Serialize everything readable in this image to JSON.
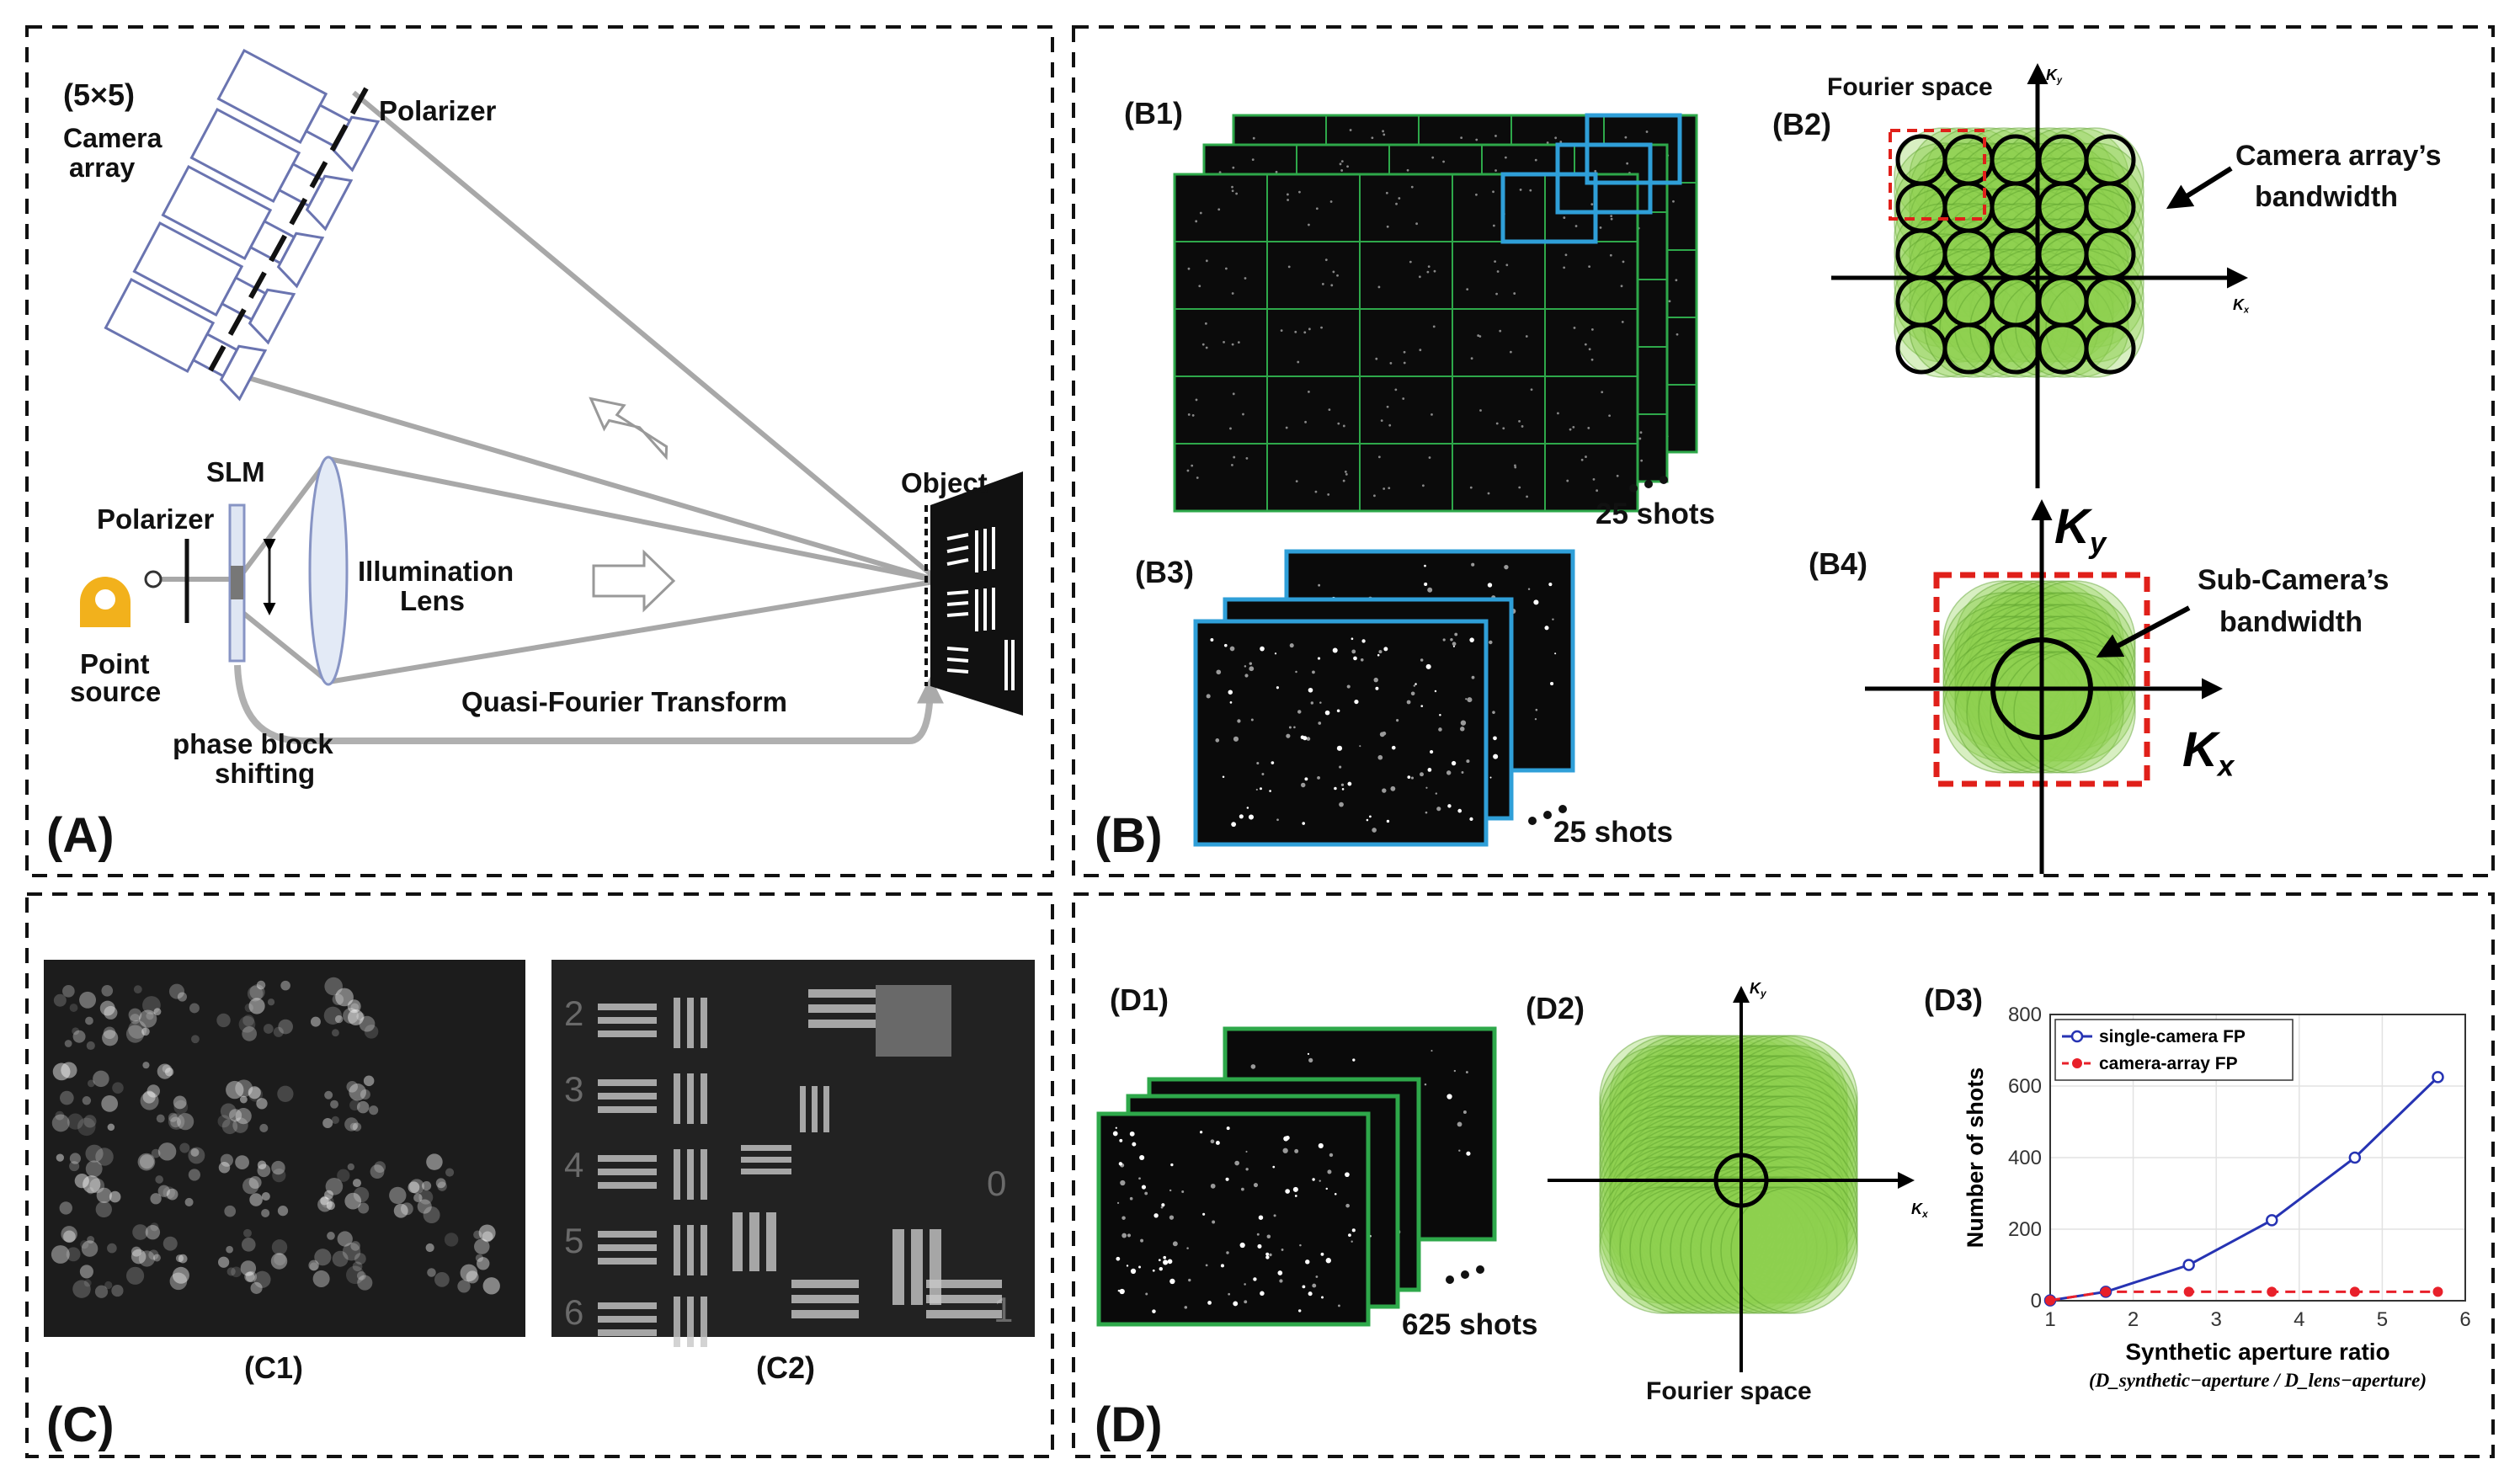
{
  "panels": {
    "A": {
      "tag": "(A)",
      "array_size": "(5×5)",
      "camera_array": [
        "Camera",
        "array"
      ],
      "polarizer_top": "Polarizer",
      "polarizer_left": "Polarizer",
      "slm": "SLM",
      "illumination_lens": [
        "Illumination",
        "Lens"
      ],
      "point_source": [
        "Point",
        "source"
      ],
      "phase_block": [
        "phase block",
        "shifting"
      ],
      "quasi_fourier": "Quasi-Fourier Transform",
      "object": "Object"
    },
    "B": {
      "tag": "(B)",
      "b1": "(B1)",
      "b2": "(B2)",
      "b3": "(B3)",
      "b4": "(B4)",
      "shots_b1": "25 shots",
      "shots_b3": "25 shots",
      "fourier_space": "Fourier space",
      "camera_bandwidth": [
        "Camera array’s",
        "bandwidth"
      ],
      "subcamera_bandwidth": [
        "Sub-Camera’s",
        "bandwidth"
      ],
      "ky": "K",
      "ky_sub": "y",
      "kx": "K",
      "kx_sub": "x"
    },
    "C": {
      "tag": "(C)",
      "c1": "(C1)",
      "c2": "(C2)",
      "target_numbers": [
        "2",
        "3",
        "4",
        "5",
        "6",
        "0",
        "1"
      ]
    },
    "D": {
      "tag": "(D)",
      "d1": "(D1)",
      "d2": "(D2)",
      "d3": "(D3)",
      "shots": "625 shots",
      "fourier_space": "Fourier space"
    }
  },
  "colors": {
    "green_fill": "#8fd14f",
    "green_edge": "#5aa02c",
    "blue_frame": "#2f9fd8",
    "green_frame": "#2ea84a",
    "red_dash": "#e0201a",
    "line_blue": "#2633b3",
    "marker_red": "#e8202a"
  },
  "chart_data": {
    "type": "line",
    "xlabel": "Synthetic aperture ratio",
    "xlabel_sub": "(D_synthetic−aperture / D_lens−aperture)",
    "ylabel": "Number of shots",
    "xlim": [
      1,
      6
    ],
    "ylim": [
      0,
      800
    ],
    "xticks": [
      "1",
      "2",
      "3",
      "4",
      "5",
      "6"
    ],
    "yticks": [
      "0",
      "200",
      "400",
      "600",
      "800"
    ],
    "grid": true,
    "legend_position": "top-left",
    "series": [
      {
        "name": "single-camera FP",
        "x": [
          1,
          1.67,
          2.67,
          3.67,
          4.67,
          5.67
        ],
        "y": [
          1,
          25,
          100,
          225,
          400,
          625
        ]
      },
      {
        "name": "camera-array FP",
        "x": [
          1,
          1.67,
          2.67,
          3.67,
          4.67,
          5.67
        ],
        "y": [
          1,
          25,
          25,
          25,
          25,
          25
        ]
      }
    ]
  }
}
